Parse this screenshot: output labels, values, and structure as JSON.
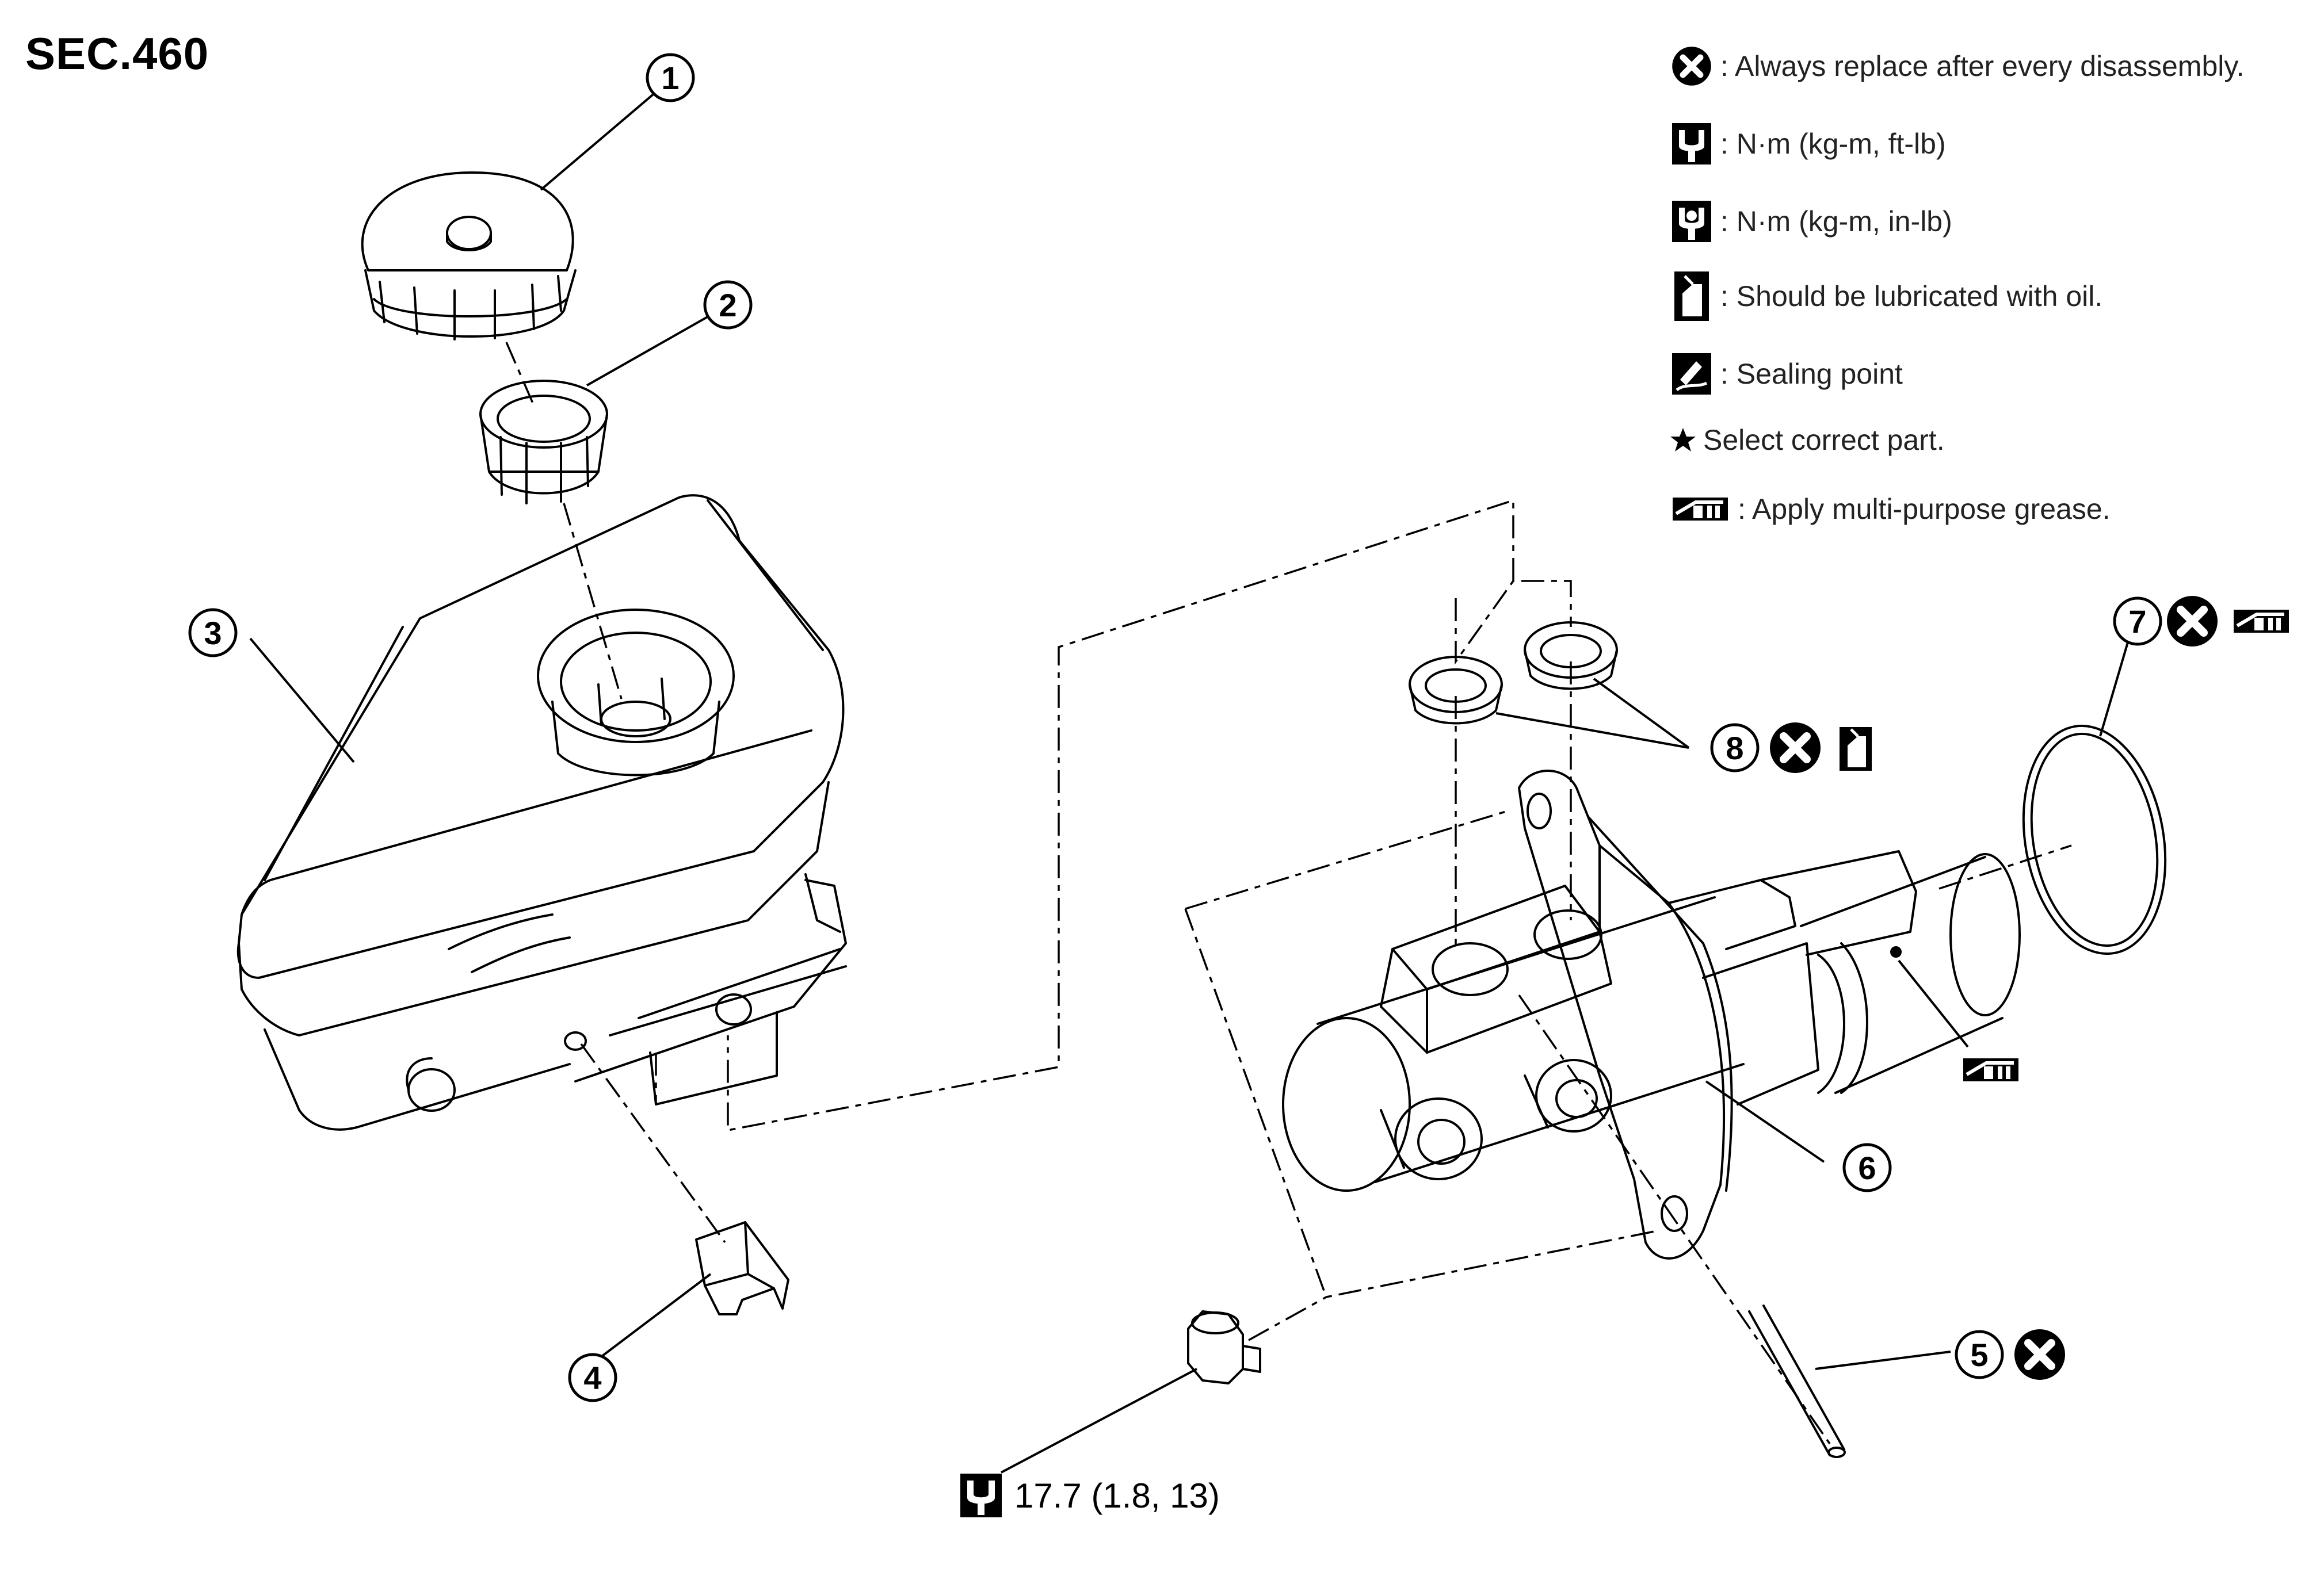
{
  "section_code": "SEC.460",
  "legend": [
    {
      "icon": "always-replace-icon",
      "text": ": Always replace after every disassembly."
    },
    {
      "icon": "torque-wrench-icon",
      "text": ": N·m (kg-m, ft-lb)"
    },
    {
      "icon": "torque-wrench-filled-icon",
      "text": ": N·m (kg-m, in-lb)"
    },
    {
      "icon": "oil-can-icon",
      "text": ": Should be lubricated with oil."
    },
    {
      "icon": "sealant-icon",
      "text": ": Sealing point"
    },
    {
      "icon": "star-icon",
      "text": "Select correct part."
    },
    {
      "icon": "grease-gun-icon",
      "text": ": Apply multi-purpose grease."
    }
  ],
  "callouts": [
    "1",
    "2",
    "3",
    "4",
    "5",
    "6",
    "7",
    "8"
  ],
  "torque_spec": "17.7 (1.8, 13)"
}
